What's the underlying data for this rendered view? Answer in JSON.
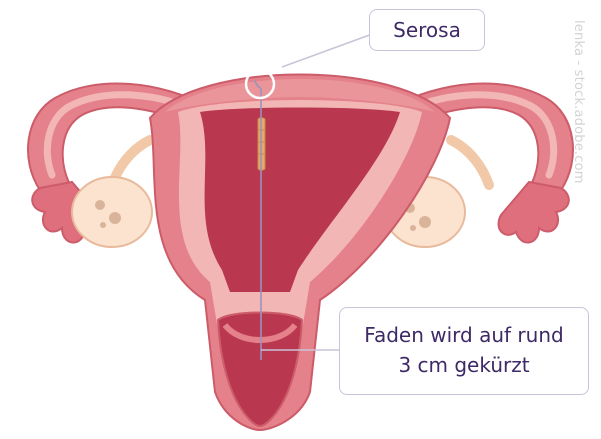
{
  "labels": {
    "serosa": "Serosa",
    "thread_line1": "Faden wird auf rund",
    "thread_line2": "3 cm gekürzt"
  },
  "watermark": "lenka - stock.adobe.com",
  "colors": {
    "outer_tissue": "#e5818a",
    "outer_tissue_dark": "#cc5c6a",
    "serosa_layer": "#e9959a",
    "myometrium": "#f2b6b5",
    "cavity": "#b9374f",
    "ovary": "#fbe3cf",
    "follicle": "#d9b49b",
    "iud": "#e6a96a",
    "thread": "#9a93bd",
    "callout_border": "#c9c4d9",
    "callout_text": "#3e2a66"
  }
}
